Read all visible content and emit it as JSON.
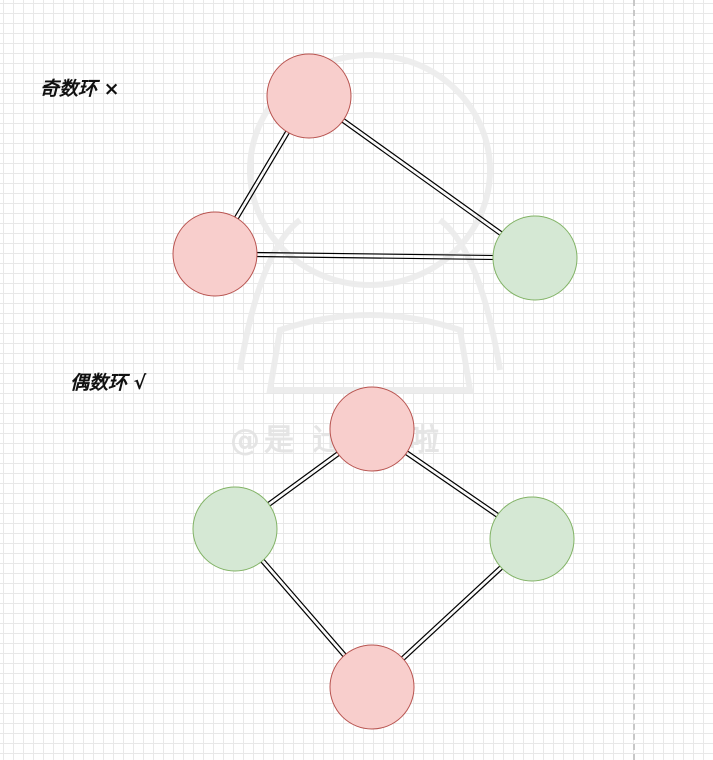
{
  "labels": {
    "odd_cycle": "奇数环 ×",
    "even_cycle": "偶数环 √"
  },
  "watermark": {
    "text": "@是 辻 子 啦"
  },
  "colors": {
    "red_fill": "#f8cecc",
    "red_stroke": "#b85450",
    "green_fill": "#d5e8d4",
    "green_stroke": "#82b366",
    "edge": "#000000"
  },
  "graphs": [
    {
      "name": "odd-cycle",
      "nodes": [
        {
          "id": "a",
          "color": "red"
        },
        {
          "id": "b",
          "color": "red"
        },
        {
          "id": "c",
          "color": "green"
        }
      ],
      "edges": [
        [
          "a",
          "b"
        ],
        [
          "a",
          "c"
        ],
        [
          "b",
          "c"
        ]
      ]
    },
    {
      "name": "even-cycle",
      "nodes": [
        {
          "id": "d",
          "color": "red"
        },
        {
          "id": "e",
          "color": "green"
        },
        {
          "id": "f",
          "color": "green"
        },
        {
          "id": "g",
          "color": "red"
        }
      ],
      "edges": [
        [
          "d",
          "e"
        ],
        [
          "d",
          "f"
        ],
        [
          "e",
          "g"
        ],
        [
          "f",
          "g"
        ]
      ]
    }
  ]
}
